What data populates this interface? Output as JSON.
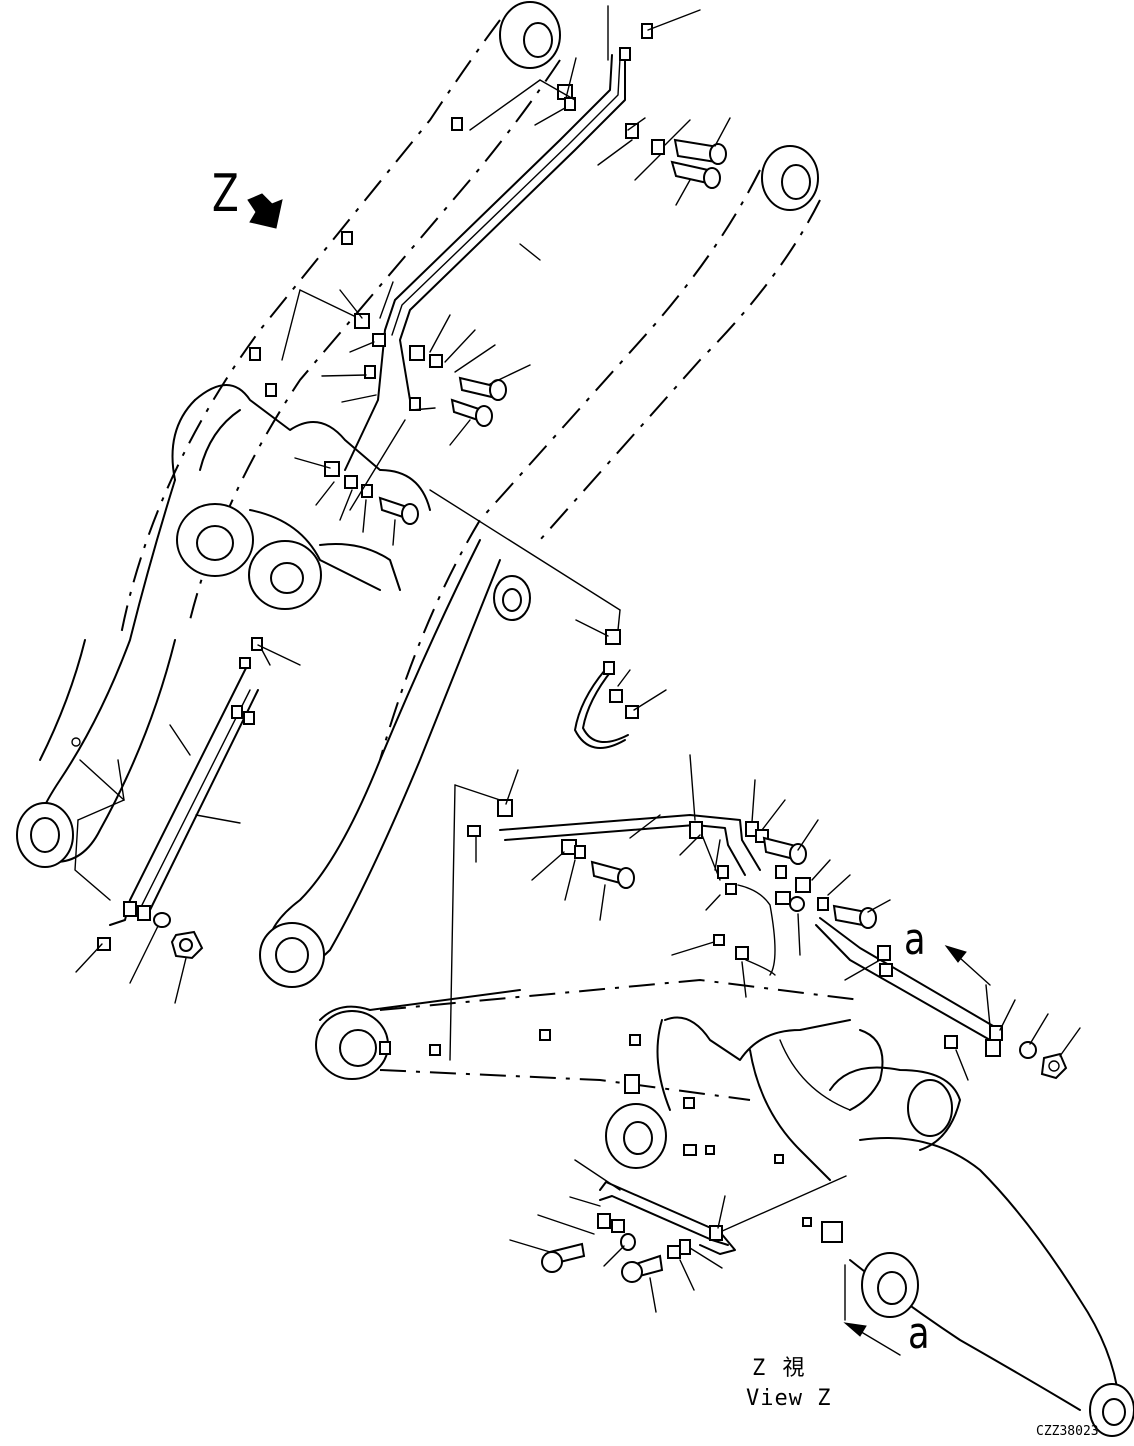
{
  "labels": {
    "view_arrow_letter": "Z",
    "ref_letter_1": "a",
    "ref_letter_2": "a",
    "view_caption_jp": "Z 視",
    "view_caption_en": "View Z",
    "drawing_code": "CZZ38023"
  }
}
